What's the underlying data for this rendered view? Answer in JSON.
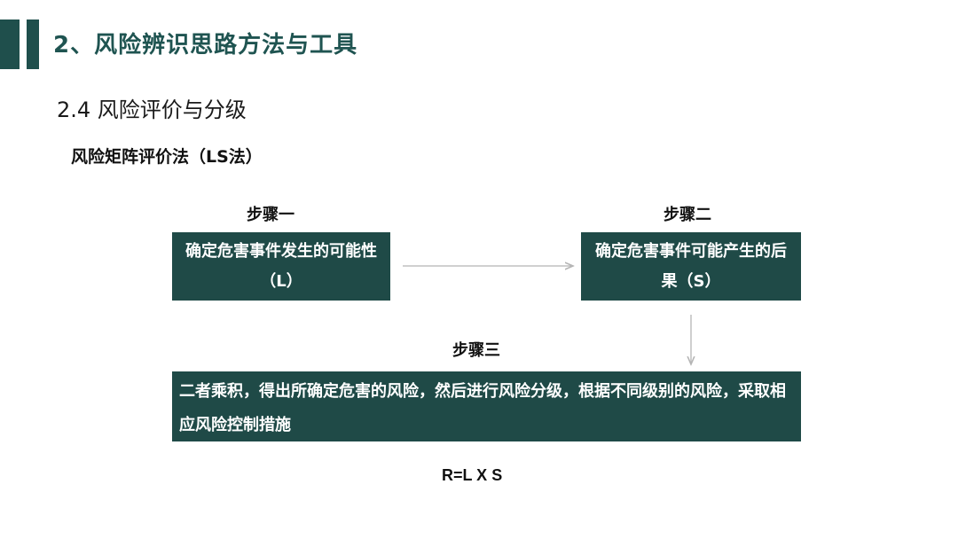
{
  "header": {
    "section_title": "2、风险辨识思路方法与工具"
  },
  "subsection": {
    "title": "2.4 风险评价与分级"
  },
  "method": {
    "title": "风险矩阵评价法（LS法）"
  },
  "steps": [
    {
      "label": "步骤一",
      "text": "确定危害事件发生的可能性（L）"
    },
    {
      "label": "步骤二",
      "text": "确定危害事件可能产生的后果（S）"
    },
    {
      "label": "步骤三",
      "text": "二者乘积，得出所确定危害的风险，然后进行风险分级，根据不同级别的风险，采取相应风险控制措施"
    }
  ],
  "formula": "R=L X S",
  "colors": {
    "accent": "#1f4f4c",
    "box_fill": "#1f4a47",
    "title_text": "#1f5451",
    "arrow": "#b5b5b5"
  }
}
